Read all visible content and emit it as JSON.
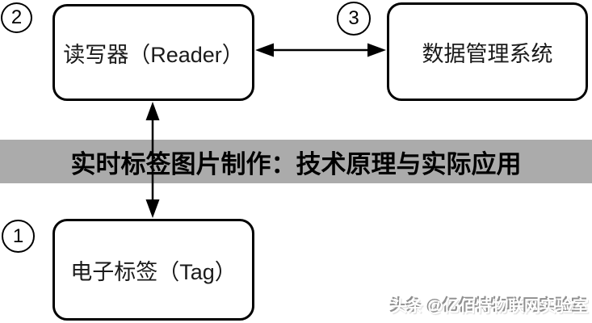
{
  "banner": {
    "title": "实时标签图片制作：技术原理与实际应用",
    "background_color": "#ababab",
    "text_color": "#000000"
  },
  "diagram": {
    "nodes": [
      {
        "id": "tag",
        "badge": "1",
        "label": "电子标签（Tag）"
      },
      {
        "id": "reader",
        "badge": "2",
        "label": "读写器（Reader）"
      },
      {
        "id": "dms",
        "badge": "3",
        "label": "数据管理系统"
      }
    ],
    "connections": [
      {
        "from": "reader",
        "to": "dms",
        "type": "bidirectional"
      },
      {
        "from": "reader",
        "to": "tag",
        "type": "bidirectional"
      }
    ],
    "line_color": "#000000",
    "node_background": "#ffffff"
  },
  "watermark": {
    "text": "头条 @亿佰特物联网实验室",
    "color": "#9a9a9a"
  }
}
